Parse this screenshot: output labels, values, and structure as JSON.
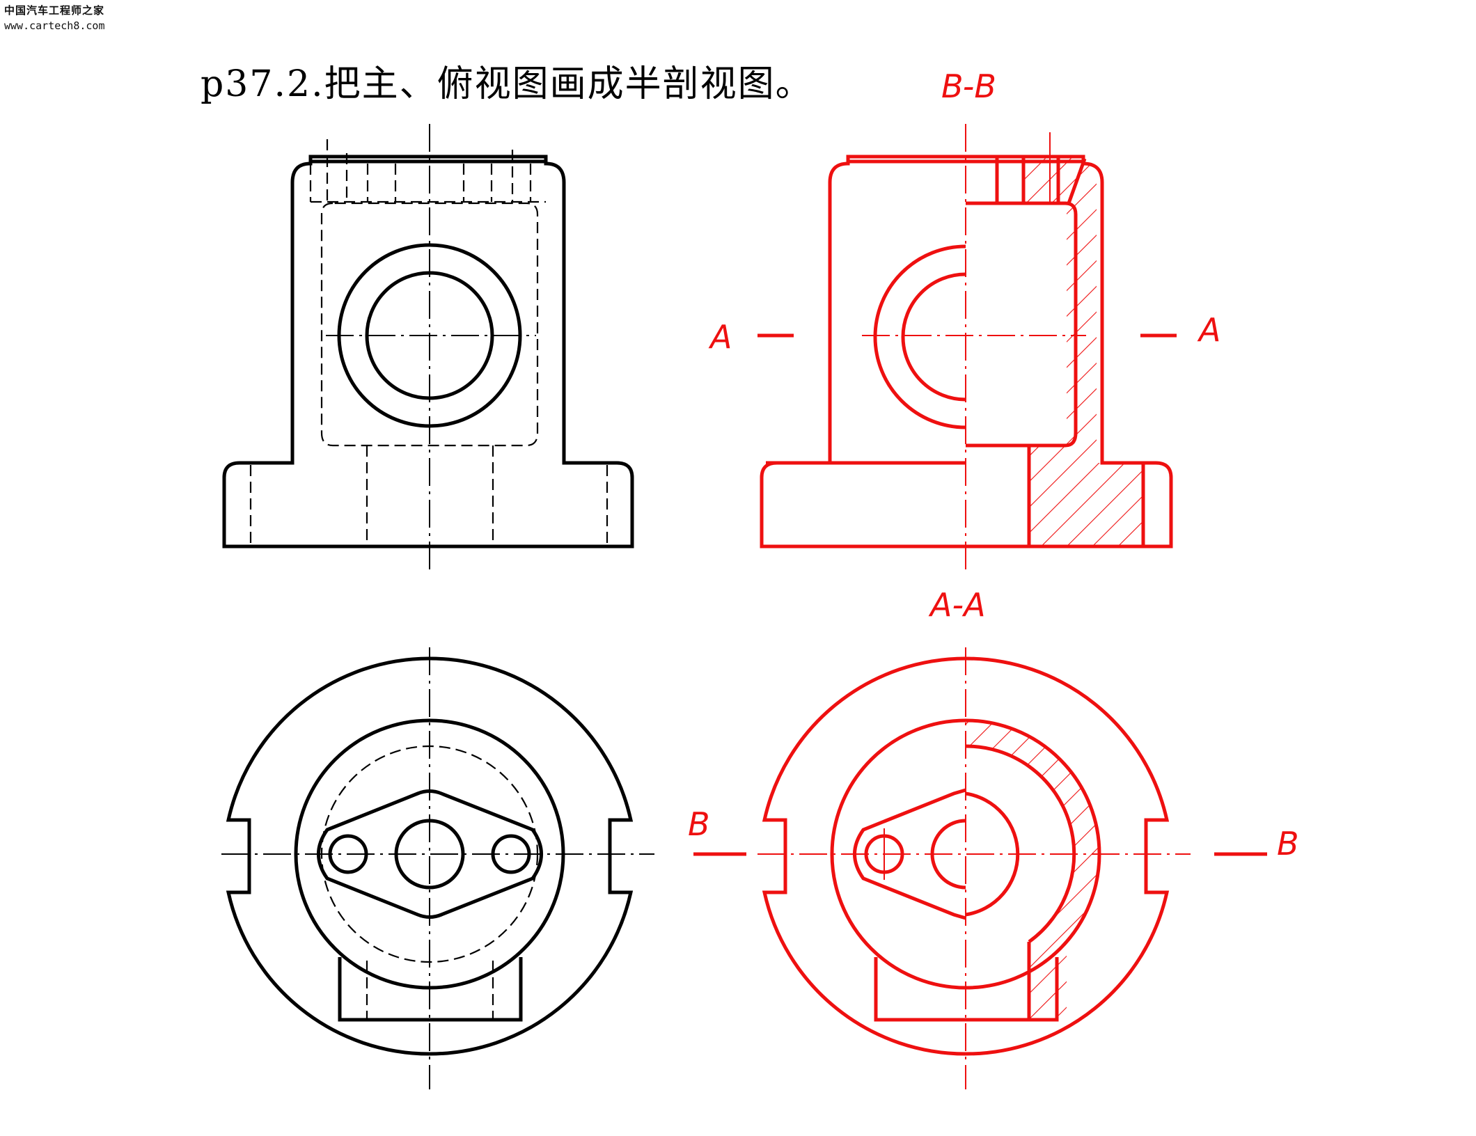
{
  "watermark": {
    "line1": "中国汽车工程师之家",
    "line2": "www.cartech8.com"
  },
  "title": "p37.2.把主、俯视图画成半剖视图。",
  "labels": {
    "section_bb": "B-B",
    "section_aa": "A-A",
    "cut_a_left": "A",
    "cut_a_right": "A",
    "cut_b_left": "B",
    "cut_b_right": "B"
  },
  "colors": {
    "original": "#000000",
    "answer": "#ee1010"
  }
}
